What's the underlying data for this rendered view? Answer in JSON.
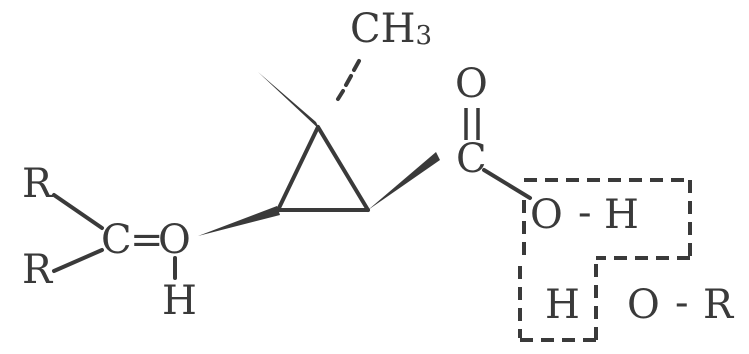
{
  "labels": {
    "r_top": "R",
    "r_bottom": "R",
    "c_left": "C",
    "eq": "=",
    "o_left": "O",
    "h_left": "H",
    "ch3_base": "CH",
    "ch3_sub": "3",
    "o_carbonyl": "O",
    "c_carboxyl": "C",
    "o_acid": "O",
    "dash_acid": "-",
    "h_acid": "H",
    "h_lower": "H",
    "o_lower": "O",
    "dash_lower": "-",
    "r_lower": "R"
  }
}
